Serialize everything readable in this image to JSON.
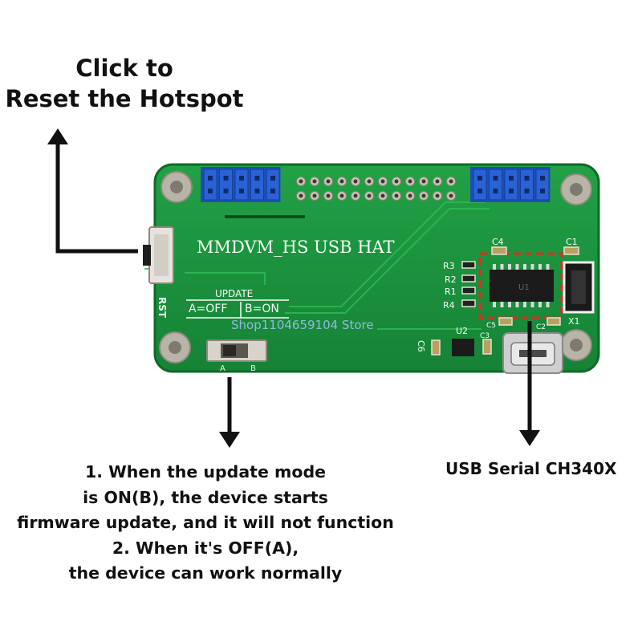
{
  "annotations": {
    "reset_title": [
      "Click to",
      "Reset the Hotspot"
    ],
    "update_note": [
      "1. When the update mode",
      "is ON(B), the device starts",
      "firmware update, and it will not function",
      "2. When it's  OFF(A),",
      "the device can work normally"
    ],
    "usb_note": "USB Serial CH340X"
  },
  "board": {
    "name": "MMDVM_HS USB HAT",
    "rst_label": "RST",
    "update_label": "UPDATE",
    "switch_a": "A=OFF",
    "switch_b": "B=ON",
    "switch_pin_a": "A",
    "switch_pin_b": "B",
    "component_labels": {
      "c4": "C4",
      "c1": "C1",
      "r3": "R3",
      "r2": "R2",
      "r1": "R1",
      "r4": "R4",
      "c5": "C5",
      "c2": "C2",
      "c3": "C3",
      "u2": "U2",
      "c6": "C6",
      "x1": "X1",
      "u1": "U1"
    },
    "colors": {
      "pcb": "#1a8e3a",
      "pcb_edge": "#0f6a27",
      "header": "#2a62d6",
      "highlight": "#d7301f"
    }
  },
  "watermark": "Shop1104659104 Store"
}
